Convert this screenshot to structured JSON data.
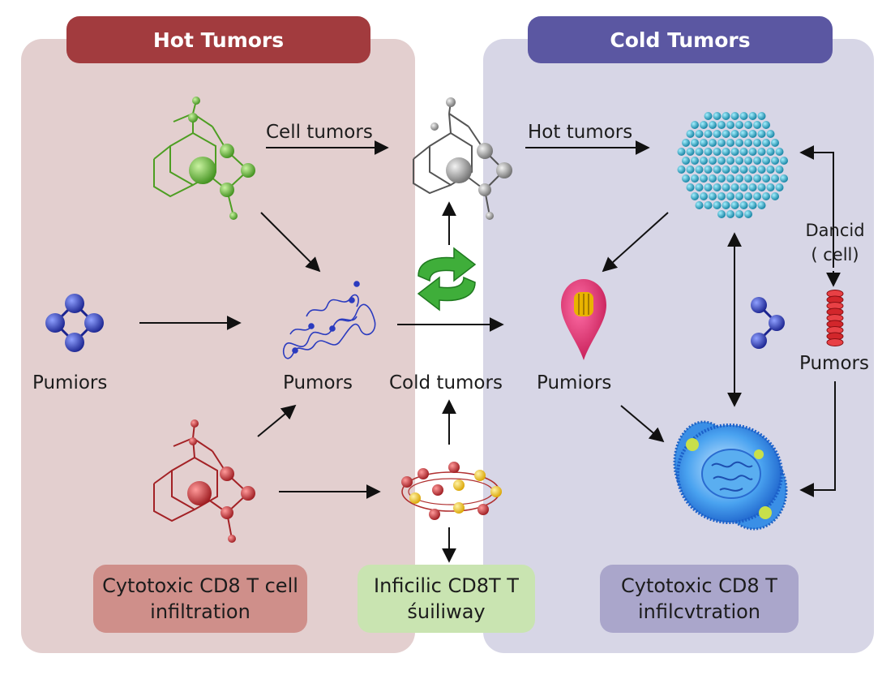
{
  "headers": {
    "hot": "Hot Tumors",
    "cold": "Cold Tumors"
  },
  "labels": {
    "cell_tumors": "Cell tumors",
    "hot_tumors": "Hot tumors",
    "pumiors_left": "Pumiors",
    "pumors_mid": "Pumors",
    "cold_tumors": "Cold tumors",
    "pumiors_right": "Pumiors",
    "dancid_line1": "Dancid",
    "dancid_line2": "( cell)",
    "pumors_right": "Pumors"
  },
  "boxes": {
    "hot_line1": "Cytotoxic CD8 T cell",
    "hot_line2": "infiltration",
    "mid_line1": "Inficilic CD8T T",
    "mid_line2": "śuiliway",
    "cold_line1": "Cytotoxic CD8 T",
    "cold_line2": "infilcvtration"
  },
  "colors": {
    "hot_panel": "#e3cfcf",
    "cold_panel": "#d7d6e6",
    "hot_header": "#a23b3e",
    "cold_header": "#5b57a2",
    "green_molecule": "#5cb82e",
    "red_molecule": "#c1272d",
    "blue_molecule": "#2b3bbf",
    "cyan_cluster": "#1ea3c4"
  },
  "icons": [
    "green-molecule",
    "gray-molecule",
    "red-molecule",
    "blue-cluster",
    "tangled-chain",
    "recycle-arrows",
    "cyan-sphere",
    "pink-drop",
    "red-coil",
    "ring-molecule",
    "blue-cell"
  ]
}
